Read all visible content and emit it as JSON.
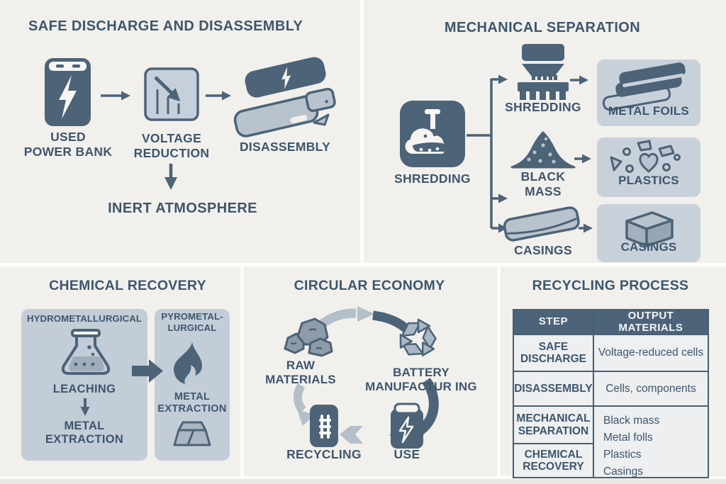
{
  "colors": {
    "dark_slate": "#4c6378",
    "text": "#3d566e",
    "output_card": "#c8d1da",
    "chem_card": "#c3cdd7",
    "light_fill": "#b9c3cd",
    "light_arrow": "#b3bfc9",
    "rock_gray": "#8e9ba8",
    "background": "#f2f0ec",
    "table_row_bg": "#edeff0",
    "table_border": "#465f77",
    "table_header_bg": "#4c637a"
  },
  "top_left": {
    "title": "SAFE DISCHARGE AND DISASSEMBLY",
    "labels": {
      "used_power_bank": "USED\nPOWER BANK",
      "voltage_reduction": "VOLTAGE\nREDUCTION",
      "disassembly": "DISASSEMBLY",
      "inert_atmosphere": "INERT ATMOSPHERE"
    }
  },
  "top_right": {
    "title": "MECHANICAL SEPARATION",
    "source_label": "SHREDDING",
    "rows": [
      {
        "label": "SHREDDING",
        "output": "METAL FOILS"
      },
      {
        "label": "BLACK\nMASS",
        "output": "PLASTICS"
      },
      {
        "label": "CASINGS",
        "output": "CASINGS"
      }
    ]
  },
  "bottom_left": {
    "title": "CHEMICAL RECOVERY",
    "hydro": {
      "title": "HYDROMETALLURGICAL",
      "step1": "LEACHING",
      "step2": "METAL\nEXTRACTION"
    },
    "pyro": {
      "title": "PYROMETAL-\nLURGICAL",
      "step": "METAL\nEXTRACTION"
    }
  },
  "bottom_middle": {
    "title": "CIRCULAR ECONOMY",
    "nodes": {
      "raw_materials": "RAW\nMATERIALS",
      "battery_manufacturing": "BATTERY\nMANUFACTUR ING",
      "recycling": "RECYCLING",
      "use": "USE"
    }
  },
  "bottom_right": {
    "title": "RECYCLING PROCESS",
    "table": {
      "headers": {
        "step": "STEP",
        "output": "OUTPUT MATERIALS"
      },
      "rows": [
        {
          "step": "SAFE\nDISCHARGE",
          "output": "Voltage-reduced cells"
        },
        {
          "step": "DISASSEMBLY",
          "output": "Cells, components"
        },
        {
          "step": "MECHANICAL\nSEPARATION"
        },
        {
          "step": "CHEMICAL\nRECOVERY"
        }
      ],
      "merged_output": "Black mass\nMetal folls\nPlastics\nCasings"
    }
  },
  "icons": [
    "power-bank-icon",
    "voltage-chart-icon",
    "disassembled-parts-icon",
    "shredder-feed-icon",
    "shredder-machine-icon",
    "black-mass-pile-icon",
    "casing-slab-icon",
    "metal-foils-icon",
    "plastic-pieces-icon",
    "casing-box-icon",
    "flask-icon",
    "flame-icon",
    "ingot-icon",
    "rocks-icon",
    "recycle-arrows-icon",
    "recycling-bin-battery-icon",
    "battery-use-icon"
  ]
}
